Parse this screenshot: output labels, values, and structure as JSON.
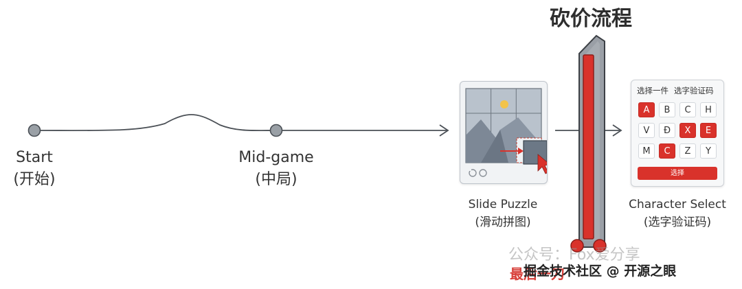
{
  "title": "砍价流程",
  "nodes": [
    {
      "label_en": "Start",
      "label_zh": "(开始)"
    },
    {
      "label_en": "Mid-game",
      "label_zh": "(中局)"
    }
  ],
  "slide_puzzle": {
    "label_en": "Slide Puzzle",
    "label_zh": "(滑动拼图)"
  },
  "character_select": {
    "label_en": "Character Select",
    "label_zh": "(选字验证码)",
    "header_left": "选择一件",
    "header_right": "选字验证码",
    "button": "选择",
    "letters": [
      "A",
      "B",
      "C",
      "H",
      "V",
      "Đ",
      "X",
      "E",
      "M",
      "C",
      "Z",
      "Y"
    ],
    "selected": [
      0,
      6,
      7,
      9
    ]
  },
  "watermark": {
    "line1": "公众号：Fox爱分享",
    "line2": "掘金技术社区 @ 开源之眼",
    "red_text": "最后一刀"
  },
  "colors": {
    "accent_red": "#d9322b",
    "line": "#4a4f55",
    "node": "#9aa0a6"
  }
}
